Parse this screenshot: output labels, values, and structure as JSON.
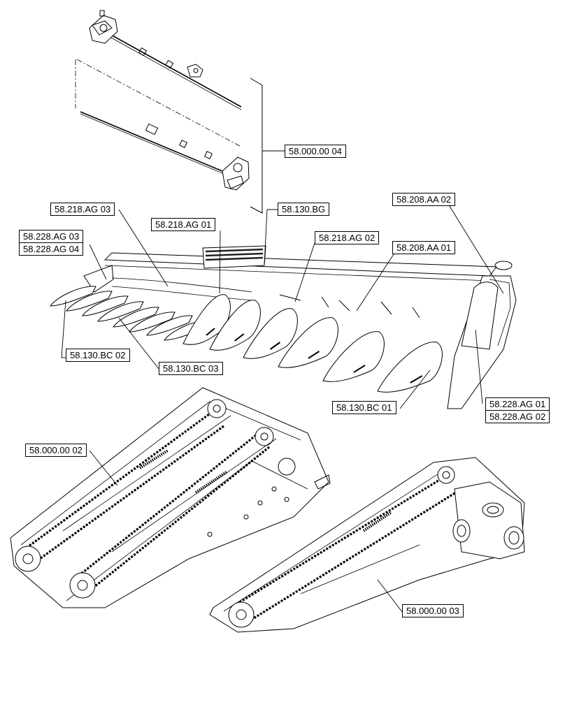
{
  "diagram": {
    "labels": {
      "c_58_000_00_04": "58.000.00 04",
      "c_58_218_ag_03": "58.218.AG 03",
      "c_58_130_bg": "58.130.BG",
      "c_58_208_aa_02": "58.208.AA 02",
      "c_58_218_ag_01": "58.218.AG 01",
      "c_58_218_ag_02": "58.218.AG 02",
      "c_58_228_ag_03": "58.228.AG 03",
      "c_58_228_ag_04": "58.228.AG 04",
      "c_58_208_aa_01": "58.208.AA 01",
      "c_58_130_bc_02": "58.130.BC 02",
      "c_58_130_bc_03": "58.130.BC 03",
      "c_58_130_bc_01": "58.130.BC 01",
      "c_58_228_ag_01": "58.228.AG 01",
      "c_58_228_ag_02": "58.228.AG 02",
      "c_58_000_00_02": "58.000.00 02",
      "c_58_000_00_03": "58.000.00 03"
    }
  }
}
